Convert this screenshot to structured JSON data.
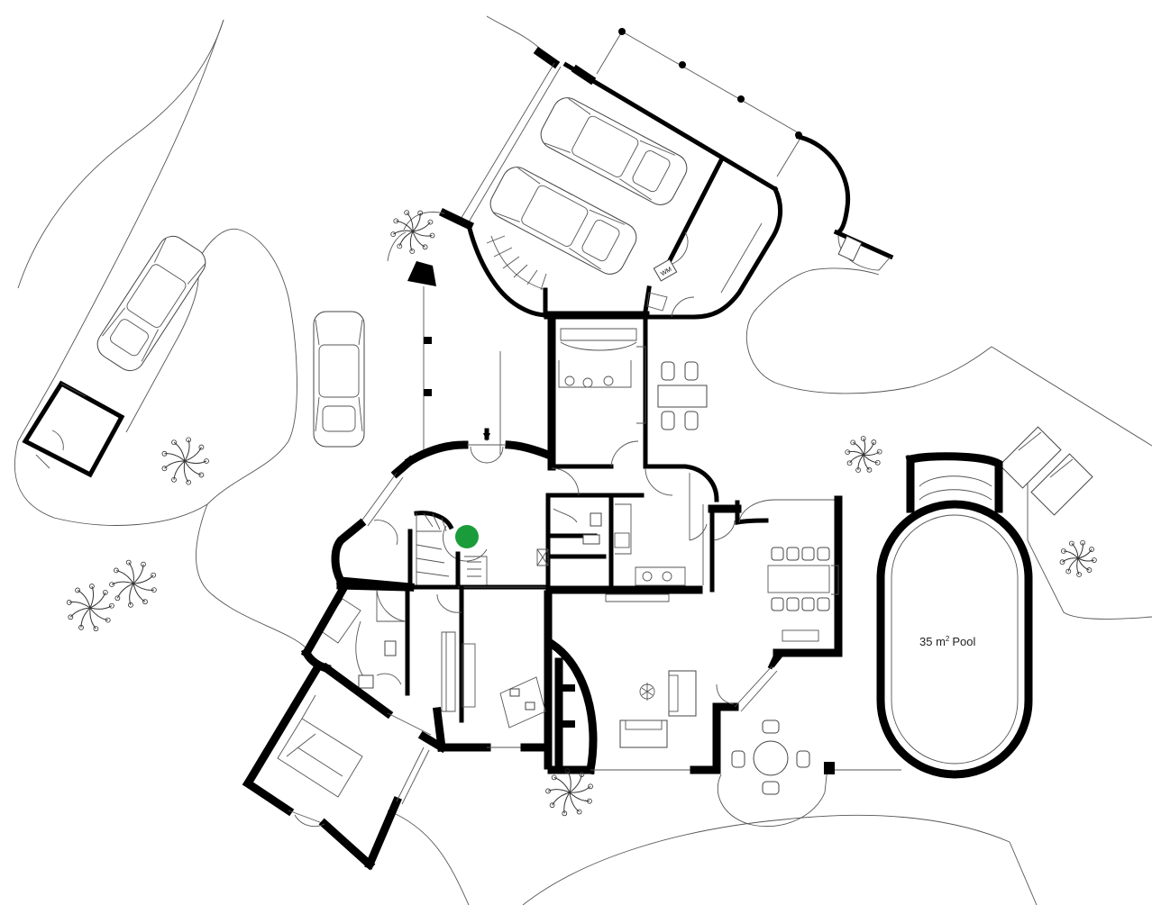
{
  "plan": {
    "pool_label": {
      "area": "35 m",
      "unit_exponent": "2",
      "name": "Pool"
    },
    "washing_machine_label": "WM",
    "accent_marker_color": "#1a9c3a"
  }
}
